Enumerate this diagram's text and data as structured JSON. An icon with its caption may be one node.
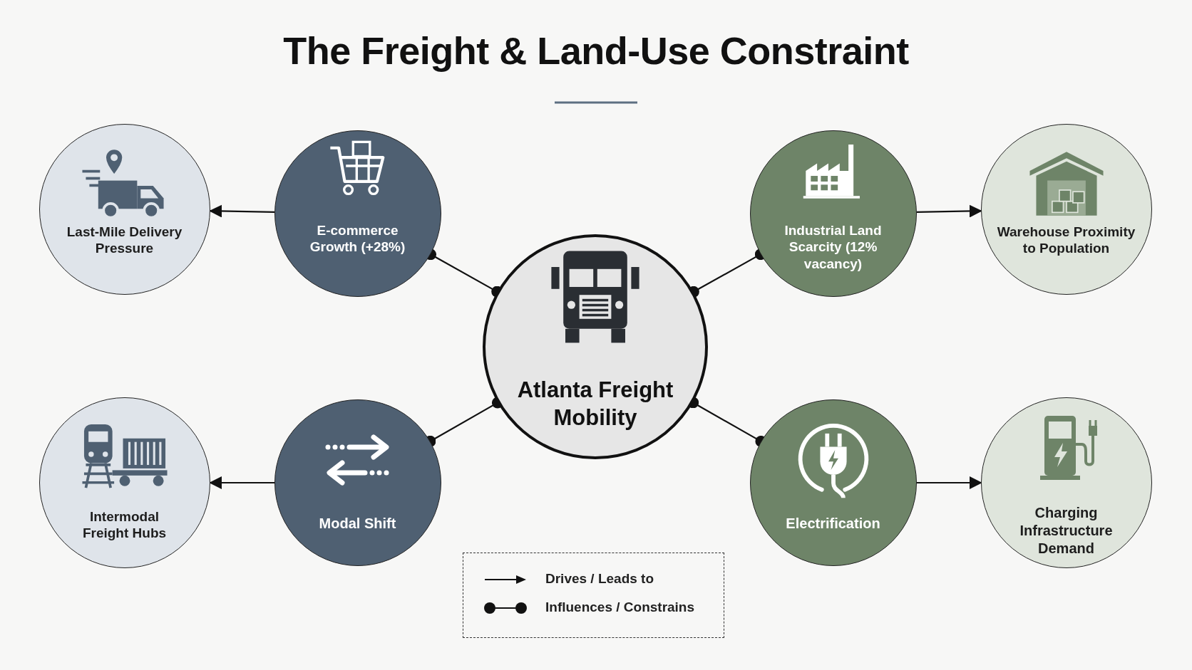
{
  "diagram": {
    "title": "The Freight & Land-Use Constraint",
    "nodes": [
      {
        "text": [
          "Last-Mile Delivery Pressure"
        ]
      },
      {
        "text": [
          "E-commerce Growth (+28%)"
        ]
      },
      {
        "text": [
          "Industrial Land Scarcity (12% vacancy)"
        ]
      },
      {
        "text": [
          "Warehouse Proximity to Population"
        ]
      },
      {
        "text": [
          "Atlanta Freight Mobility"
        ]
      },
      {
        "text": [
          "Intermodal Freight Hubs"
        ]
      },
      {
        "text": [
          "Modal Shift"
        ]
      },
      {
        "text": [
          "Electrification"
        ]
      },
      {
        "text": [
          "Charging Infrastructure Demand"
        ]
      }
    ],
    "edges": [
      {
        "from": 1,
        "to": 0,
        "arrow": "to"
      },
      {
        "from": 4,
        "to": 1,
        "arrow": "other"
      },
      {
        "from": 4,
        "to": 2,
        "arrow": "other"
      },
      {
        "from": 2,
        "to": 3,
        "arrow": "to"
      },
      {
        "from": 4,
        "to": 6,
        "arrow": "other"
      },
      {
        "from": 6,
        "to": 5,
        "arrow": "to"
      },
      {
        "from": 4,
        "to": 7,
        "arrow": "other"
      },
      {
        "from": 7,
        "to": 8,
        "arrow": "to"
      }
    ],
    "legend": [
      {
        "text": "Drives / Leads to"
      },
      {
        "text": "Influences / Constrains"
      }
    ]
  }
}
